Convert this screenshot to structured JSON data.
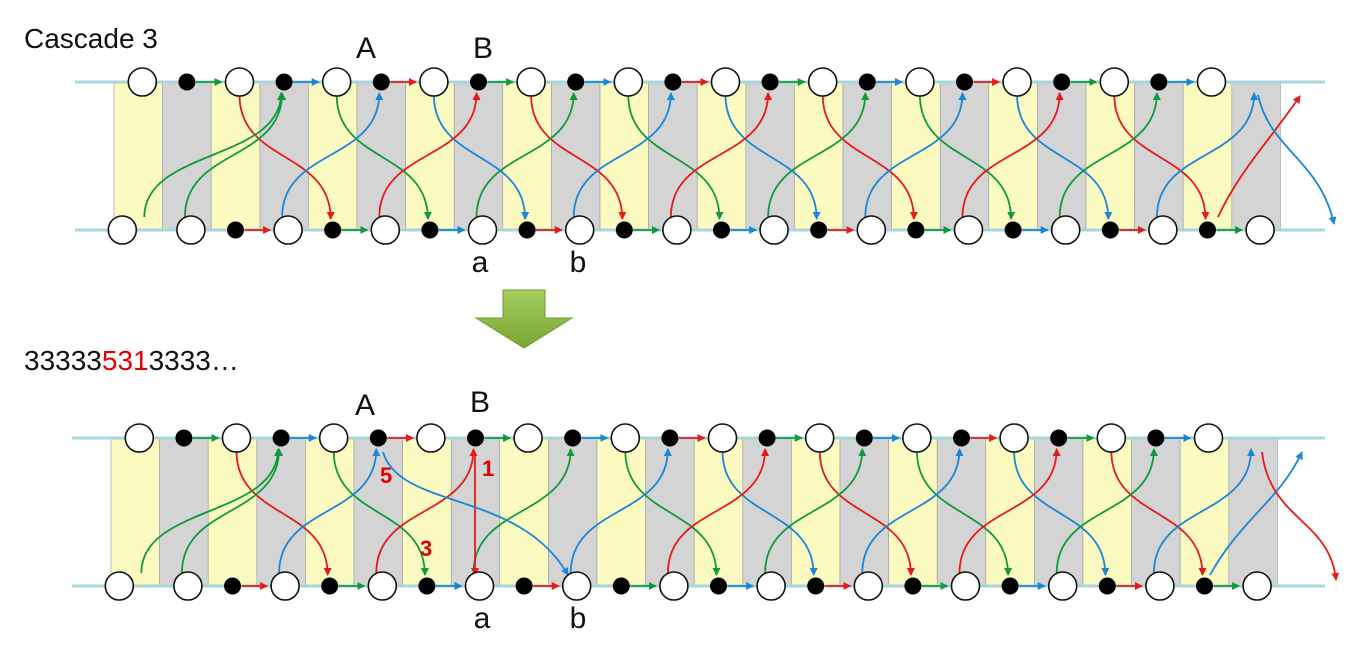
{
  "top_panel": {
    "title": "Cascade 3",
    "label_A": "A",
    "label_B": "B",
    "label_a": "a",
    "label_b": "b"
  },
  "bottom_panel": {
    "sequence_prefix": "33333",
    "sequence_highlight": "531",
    "sequence_suffix": "3333…",
    "label_A": "A",
    "label_B": "B",
    "label_a": "a",
    "label_b": "b",
    "step_5": "5",
    "step_1": "1",
    "step_3": "3"
  },
  "colors": {
    "red": "#e8191a",
    "green": "#109a3c",
    "blue": "#1a86d6",
    "stripe_yellow": "#fbfbc1",
    "stripe_gray": "#d4d4d4",
    "rail": "#a7d6dc",
    "down_arrow": "#8cbc41",
    "highlight_text": "#e00000"
  },
  "icons": [
    "open-circle",
    "filled-dot",
    "down-arrow-icon"
  ]
}
